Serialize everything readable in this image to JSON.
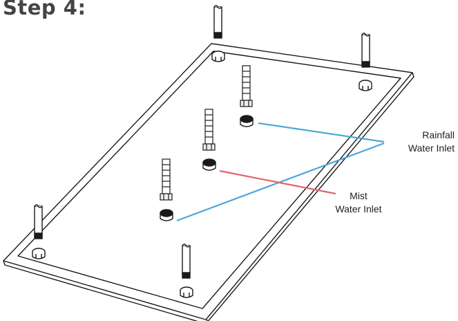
{
  "step_title": "Step 4:",
  "labels": {
    "rainfall_line1": "Rainfall",
    "rainfall_line2": "Water Inlet",
    "mist_line1": "Mist",
    "mist_line2": "Water Inlet"
  },
  "colors": {
    "rainfall_line": "#4aa8d8",
    "mist_line": "#e0646e",
    "outline": "#1a1a1a"
  }
}
